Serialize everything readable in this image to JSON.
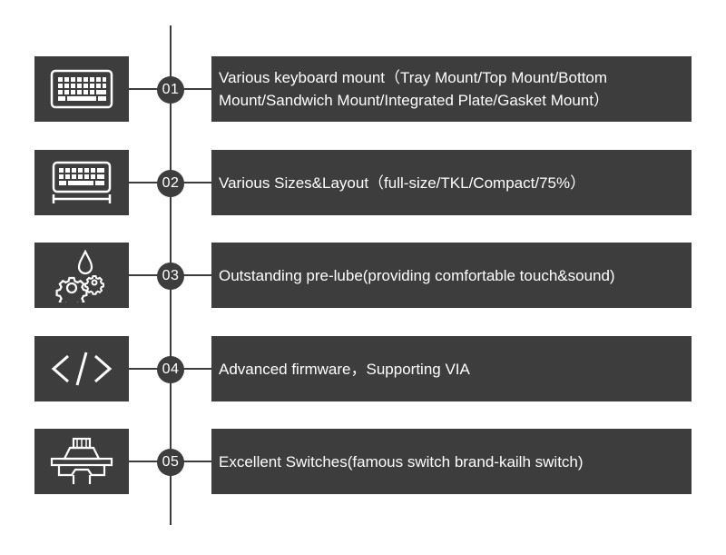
{
  "colors": {
    "panel": "#3d3d3d",
    "text": "#ffffff",
    "background": "#ffffff"
  },
  "items": [
    {
      "number": "01",
      "icon": "keyboard-icon",
      "text": "Various keyboard mount（Tray Mount/Top Mount/Bottom Mount/Sandwich Mount/Integrated Plate/Gasket Mount）"
    },
    {
      "number": "02",
      "icon": "keyboard-size-icon",
      "text": "Various Sizes&Layout（full-size/TKL/Compact/75%）"
    },
    {
      "number": "03",
      "icon": "gears-lube-icon",
      "text": "Outstanding pre-lube(providing comfortable touch&sound)"
    },
    {
      "number": "04",
      "icon": "code-icon",
      "text": "Advanced firmware，Supporting VIA"
    },
    {
      "number": "05",
      "icon": "switch-icon",
      "text": "Excellent Switches(famous switch brand-kailh switch)"
    }
  ]
}
